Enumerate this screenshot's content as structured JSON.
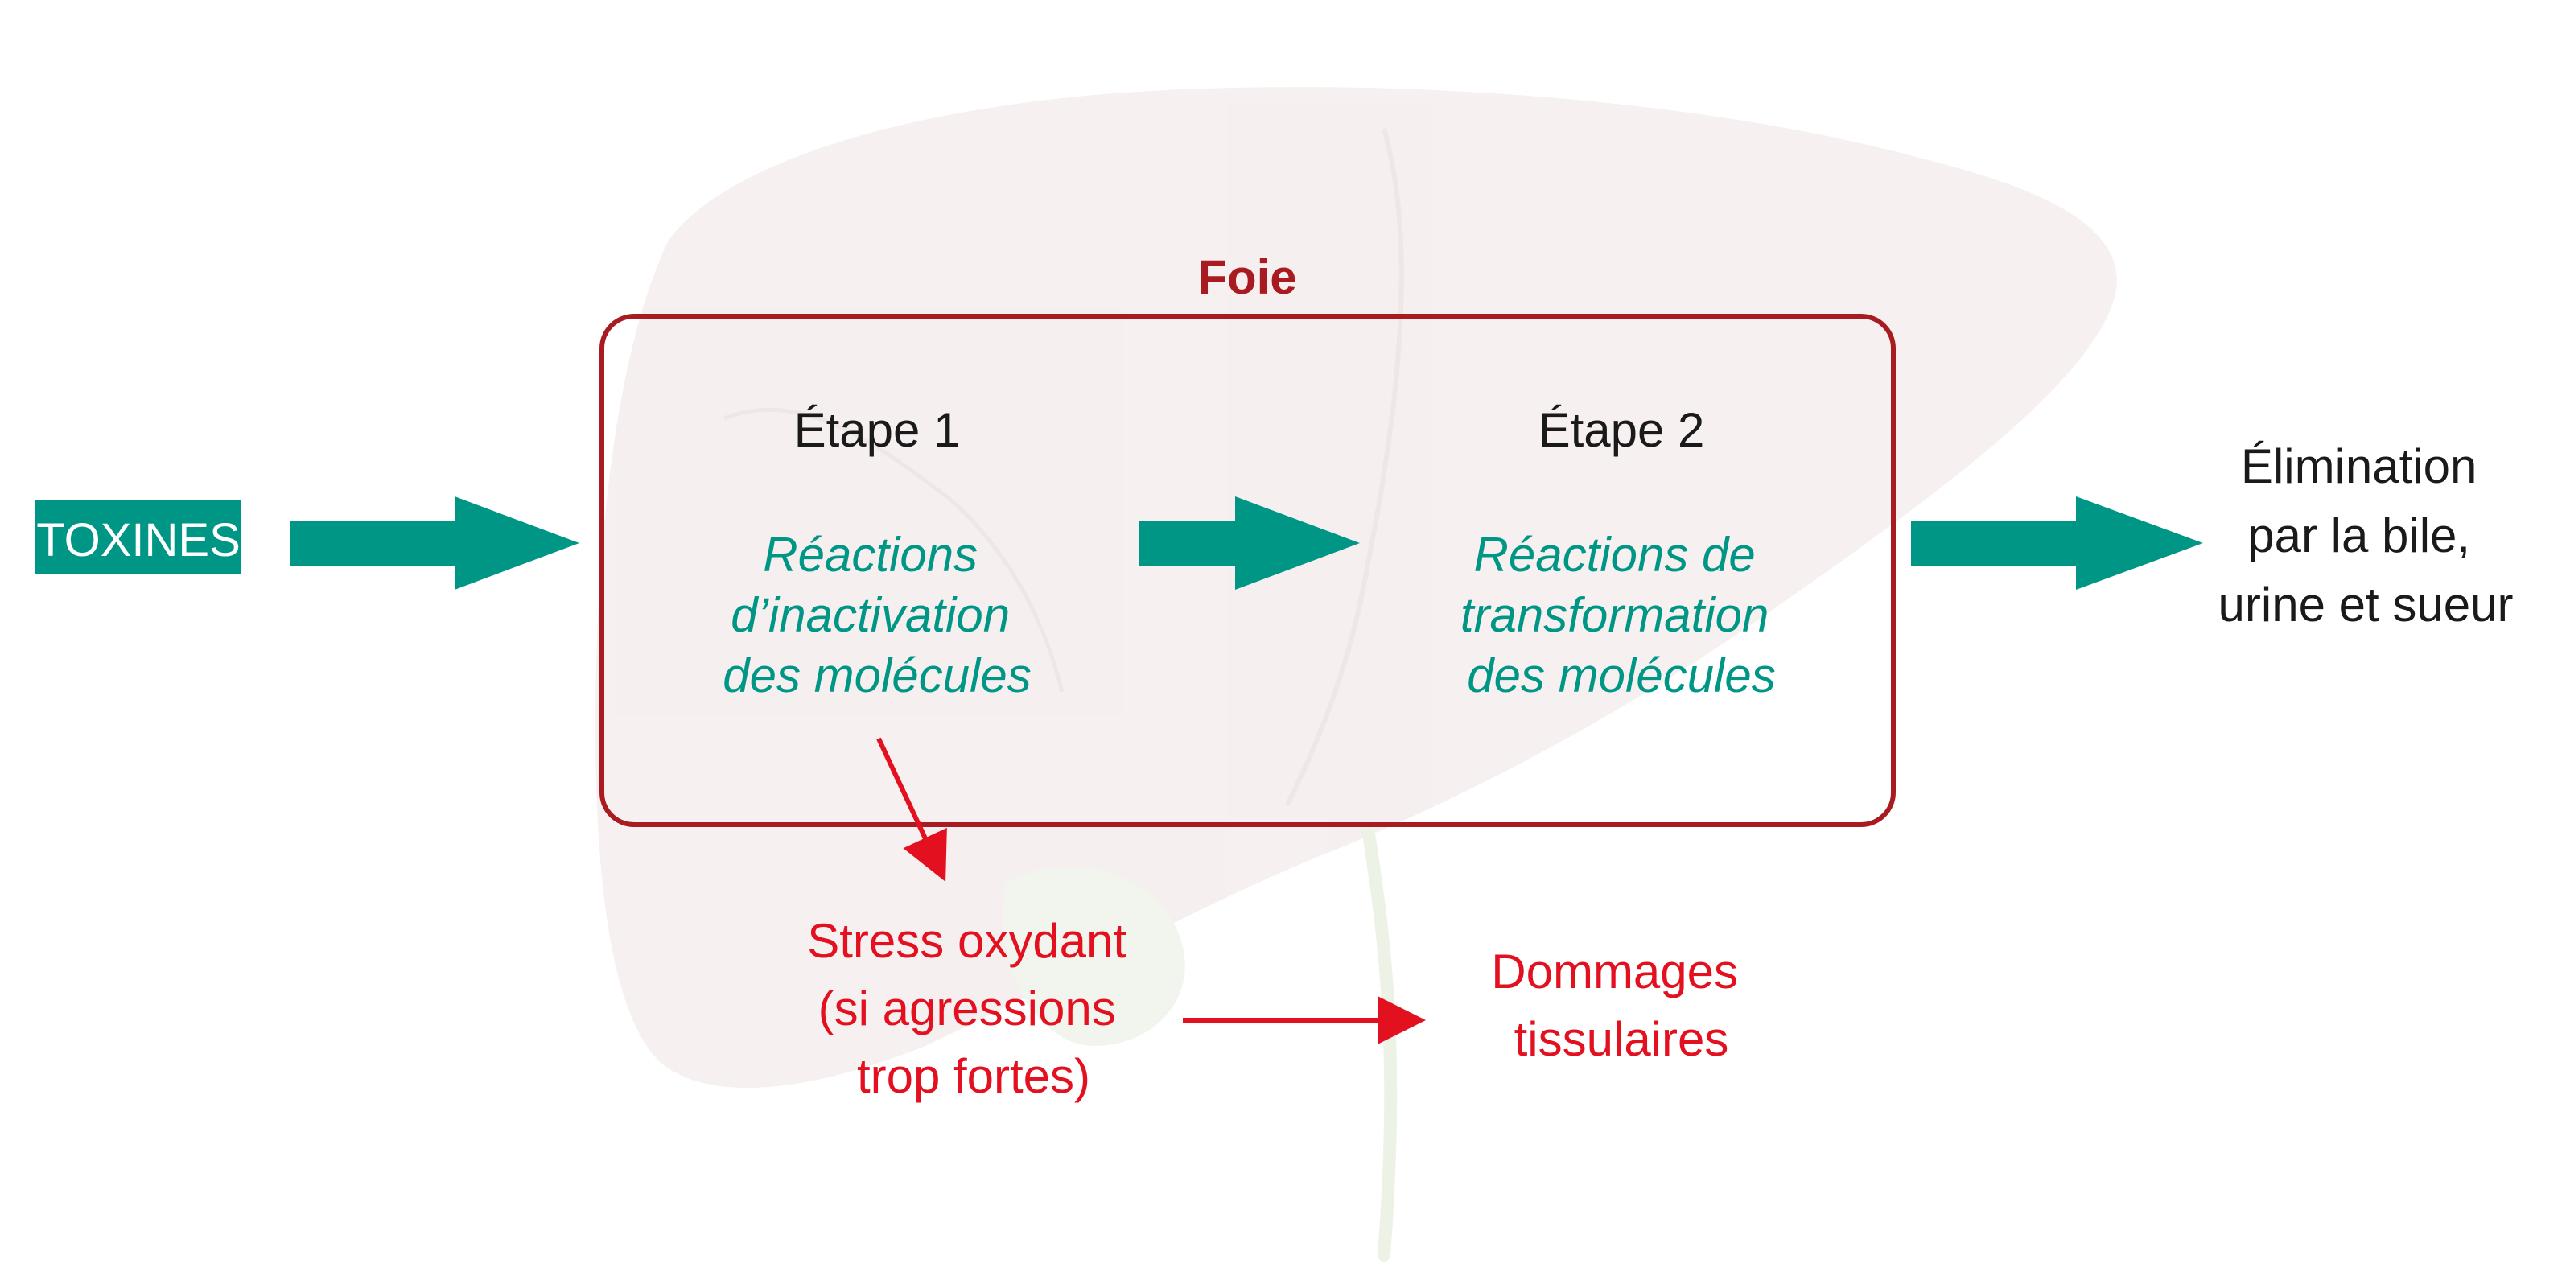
{
  "colors": {
    "teal": "#009685",
    "dark_red": "#A81B20",
    "red": "#E3101F",
    "text_dark": "#1A1A1A",
    "liver_fill": "#EFE3E3",
    "background": "#FFFFFF"
  },
  "labels": {
    "toxines": "TOXINES",
    "foie": "Foie",
    "etape1": "Étape 1",
    "etape2": "Étape 2",
    "reactions1": [
      "Réactions",
      "d’inactivation",
      "des molécules"
    ],
    "reactions2": [
      "Réactions de",
      "transformation",
      "des molécules"
    ],
    "elimination": [
      "Élimination",
      "par la bile,",
      "urine et sueur"
    ],
    "stress": [
      "Stress oxydant",
      "(si agressions",
      "trop fortes)"
    ],
    "dommages": [
      "Dommages",
      "tissulaires"
    ]
  },
  "icons": {
    "background_illustration": "liver-illustration"
  }
}
